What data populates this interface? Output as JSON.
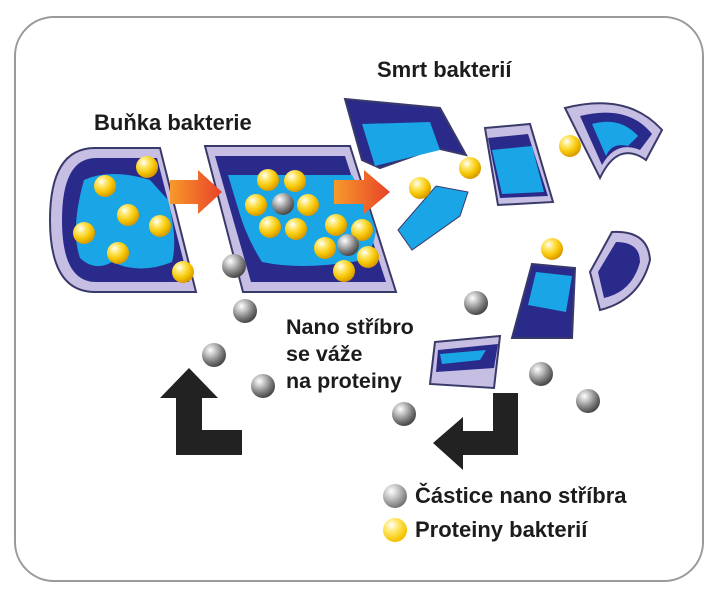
{
  "labels": {
    "bacterial_cell": "Buňka bakterie",
    "bacteria_death": "Smrt bakterií",
    "binds_line1": "Nano stříbro",
    "binds_line2": "se váže",
    "binds_line3": "na proteiny"
  },
  "legend": {
    "silver": "Částice nano stříbra",
    "protein": "Proteiny bakterií"
  },
  "colors": {
    "cell_outline": "#3a3a6a",
    "cell_outer": "#c7bfe3",
    "cell_mid": "#2a2a8a",
    "cell_inner": "#1aa5e6",
    "arrow_red": "#e8422a",
    "arrow_orange": "#f79a2a",
    "dark_arrow": "#222222",
    "frame": "#9a9a9a"
  },
  "icons": {
    "silver": "silver-particle-icon",
    "protein": "protein-particle-icon"
  }
}
